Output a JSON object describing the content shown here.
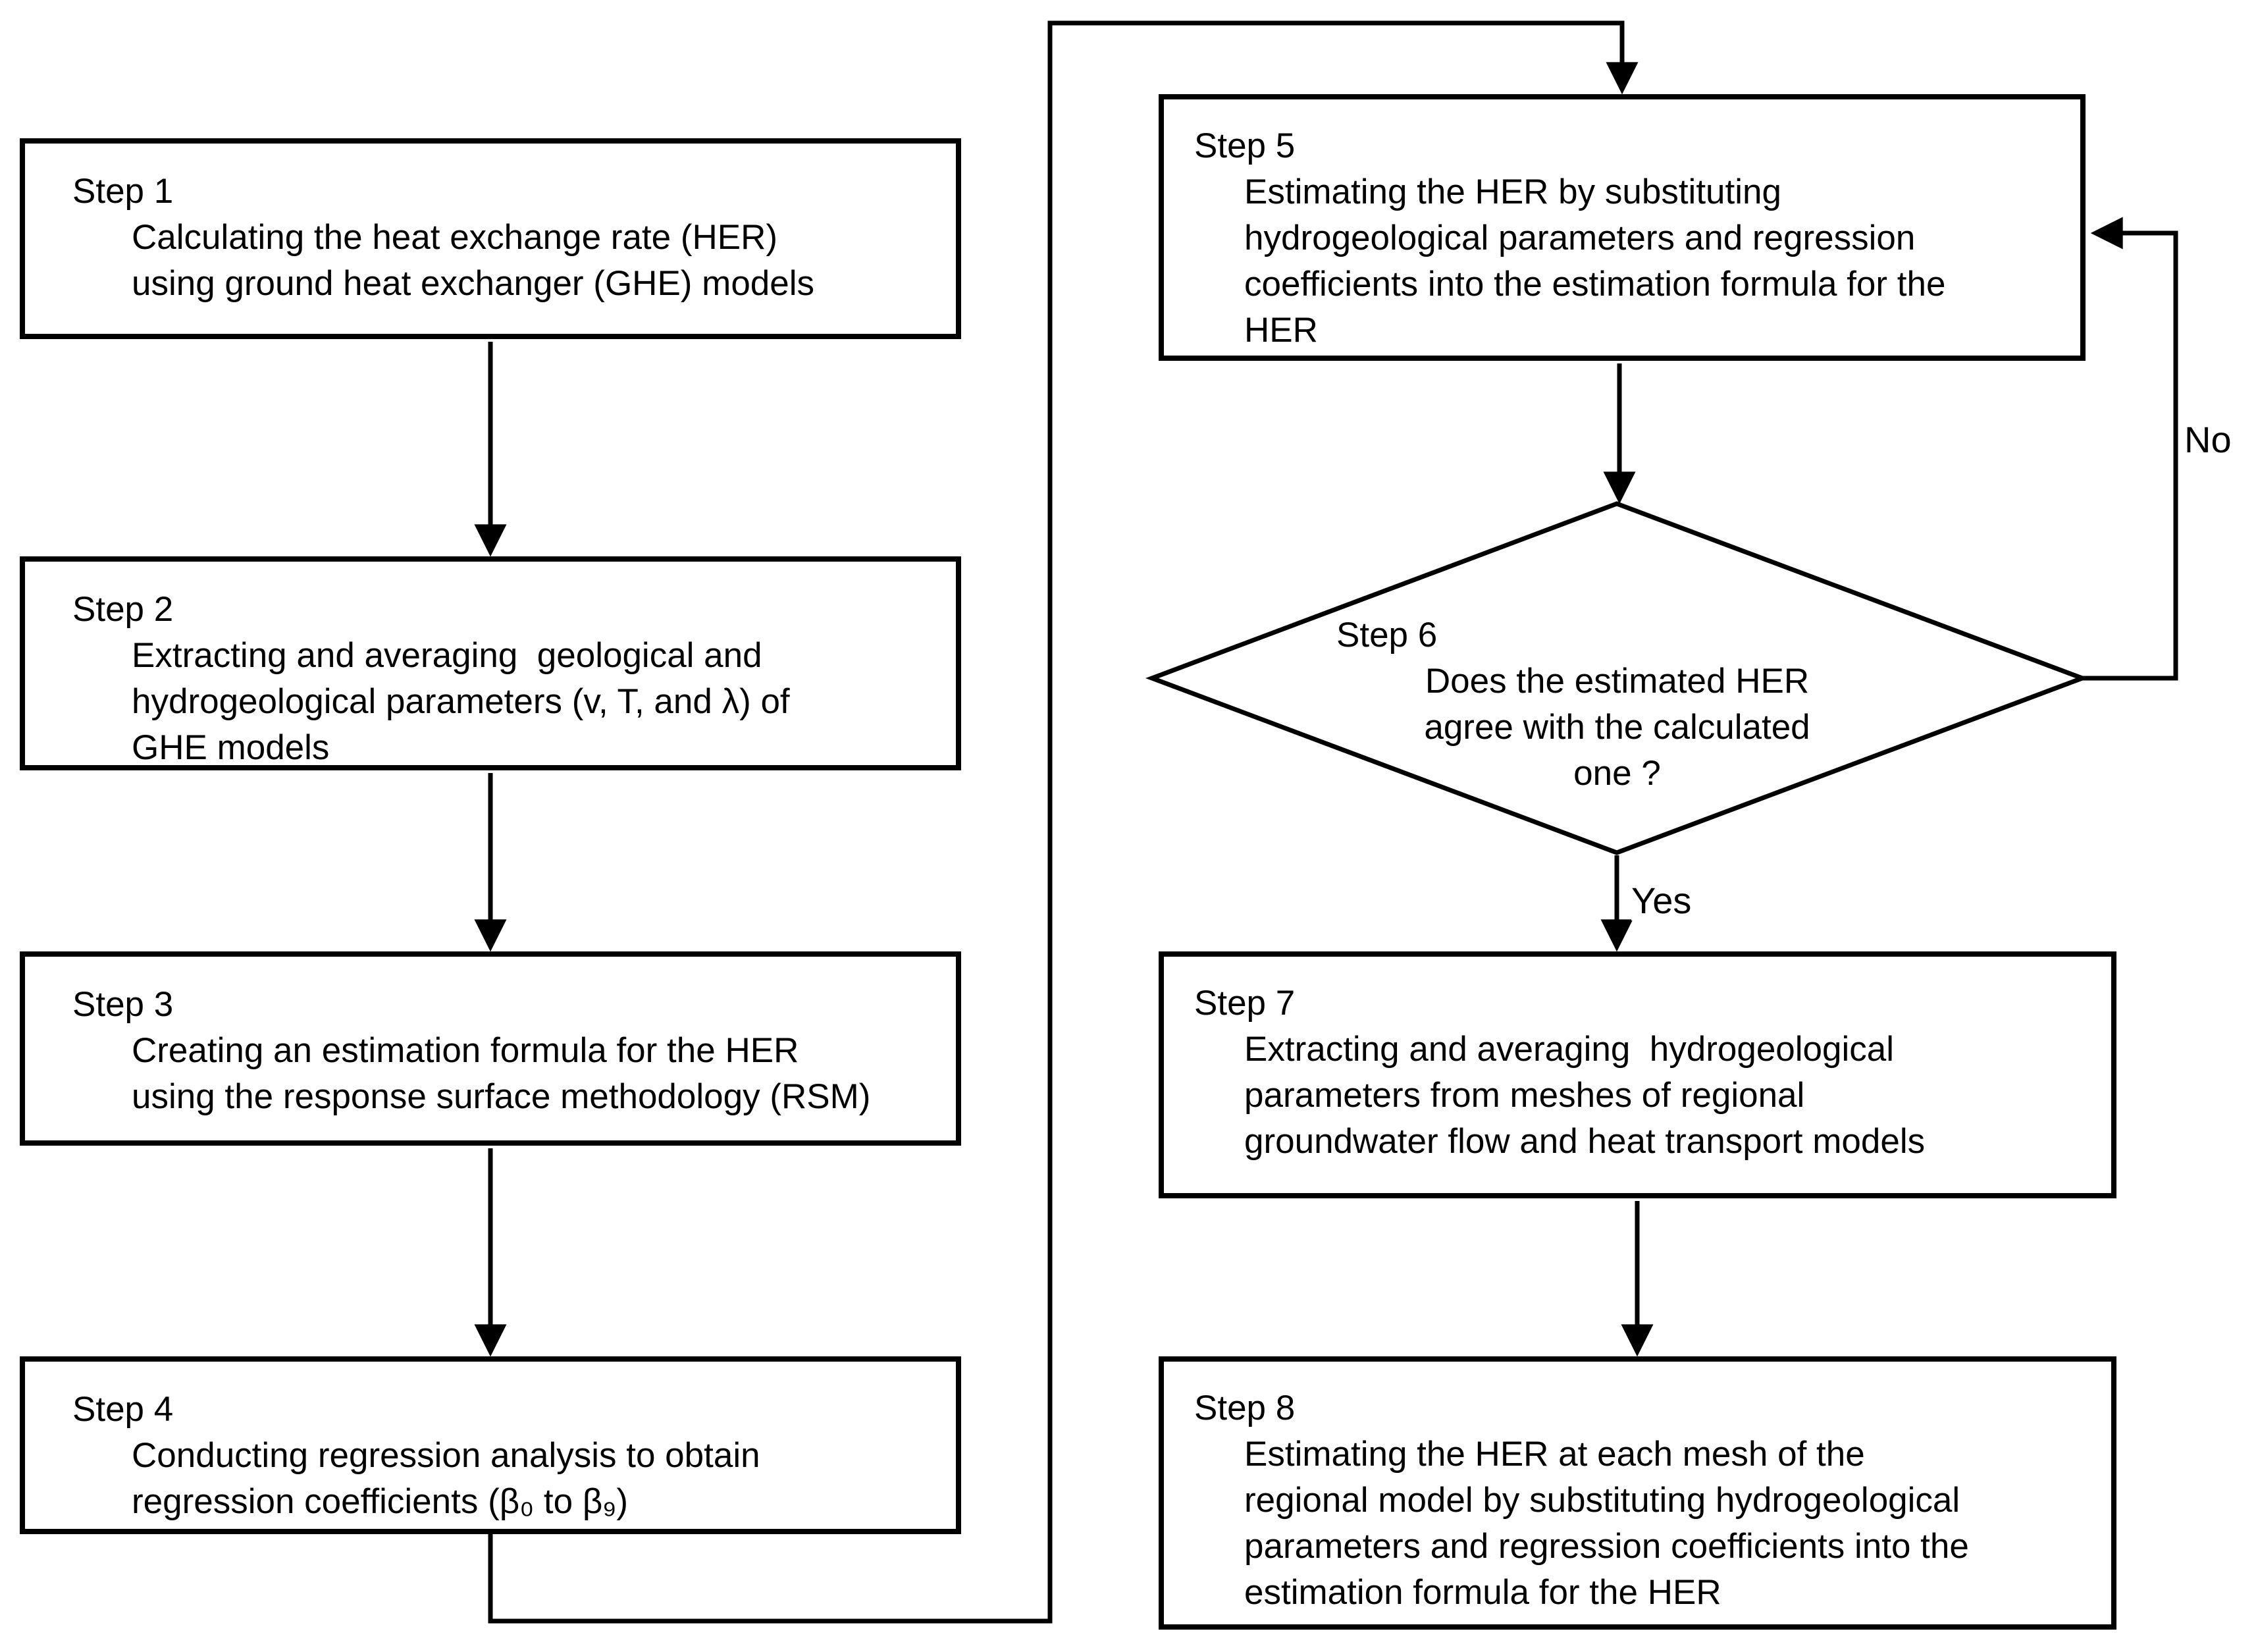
{
  "colors": {
    "background": "#ffffff",
    "line": "#000000",
    "text": "#000000"
  },
  "steps": [
    {
      "label": "Step 1",
      "shape": "process",
      "text": "Calculating the heat exchange rate (HER)\nusing ground heat exchanger (GHE) models"
    },
    {
      "label": "Step 2",
      "shape": "process",
      "text": "Extracting and averaging  geological and\nhydrogeological parameters (v, T, and λ) of\nGHE models"
    },
    {
      "label": "Step 3",
      "shape": "process",
      "text": "Creating an estimation formula for the HER\nusing the response surface methodology (RSM)"
    },
    {
      "label": "Step 4",
      "shape": "process",
      "text": "Conducting regression analysis to obtain\nregression coefficients (β₀ to β₉)"
    },
    {
      "label": "Step 5",
      "shape": "process",
      "text": "Estimating the HER by substituting\nhydrogeological parameters and regression\ncoefficients into the estimation formula for the\nHER"
    },
    {
      "label": "Step 6",
      "shape": "decision",
      "text": "Does the estimated HER\nagree with the calculated\none ?"
    },
    {
      "label": "Step 7",
      "shape": "process",
      "text": "Extracting and averaging  hydrogeological\nparameters from meshes of regional\ngroundwater flow and heat transport models"
    },
    {
      "label": "Step 8",
      "shape": "process",
      "text": "Estimating the HER at each mesh of the\nregional model by substituting hydrogeological\nparameters and regression coefficients into the\nestimation formula for the HER"
    }
  ],
  "branch_labels": {
    "yes": "Yes",
    "no": "No"
  },
  "edges": [
    {
      "from": "Step 1",
      "to": "Step 2"
    },
    {
      "from": "Step 2",
      "to": "Step 3"
    },
    {
      "from": "Step 3",
      "to": "Step 4"
    },
    {
      "from": "Step 4",
      "to": "Step 5"
    },
    {
      "from": "Step 5",
      "to": "Step 6"
    },
    {
      "from": "Step 6",
      "to": "Step 7",
      "label": "Yes"
    },
    {
      "from": "Step 6",
      "to": "Step 5",
      "label": "No"
    },
    {
      "from": "Step 7",
      "to": "Step 8"
    }
  ]
}
